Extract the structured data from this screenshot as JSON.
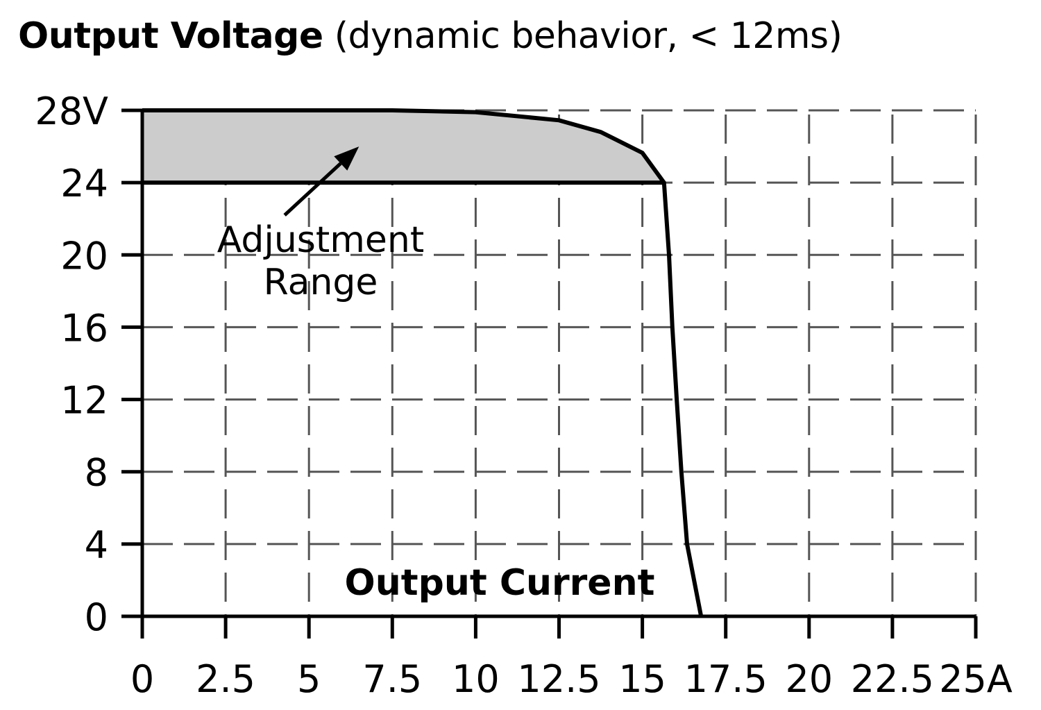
{
  "chart_data": {
    "type": "line",
    "title": "Output Voltage",
    "subtitle": "(dynamic behavior, < 12ms)",
    "xlabel": "Output Current",
    "ylabel": "",
    "xlim": [
      0,
      25
    ],
    "ylim": [
      0,
      28
    ],
    "grid": true,
    "x_ticks": [
      0,
      2.5,
      5,
      7.5,
      10,
      12.5,
      15,
      17.5,
      20,
      22.5,
      25
    ],
    "x_tick_labels": [
      "0",
      "2.5",
      "5",
      "7.5",
      "10",
      "12.5",
      "15",
      "17.5",
      "20",
      "22.5",
      "25A"
    ],
    "y_ticks": [
      28,
      24,
      20,
      16,
      12,
      8,
      4,
      0
    ],
    "y_tick_labels": [
      "28V",
      "24",
      "20",
      "16",
      "12",
      "8",
      "4",
      "0"
    ],
    "upper_curve": {
      "x": [
        0,
        7.5,
        10,
        12.5,
        13.75,
        15,
        15.65
      ],
      "y": [
        28,
        28,
        27.9,
        27.45,
        26.8,
        25.65,
        24
      ]
    },
    "lower_curve": {
      "x": [
        0,
        15.65,
        15.8,
        15.9,
        16.03,
        16.17,
        16.34,
        16.76
      ],
      "y": [
        24,
        24,
        20,
        16,
        12,
        8,
        4,
        0
      ]
    },
    "shaded_region": {
      "label": "Adjustment Range",
      "fill": "#cccccc"
    },
    "annotation": {
      "lines": [
        "Adjustment",
        "Range"
      ],
      "arrow_from": [
        4.27,
        22.2
      ],
      "arrow_to": [
        6.5,
        26.0
      ]
    },
    "line_color": "#000000",
    "grid_color": "#555555"
  }
}
